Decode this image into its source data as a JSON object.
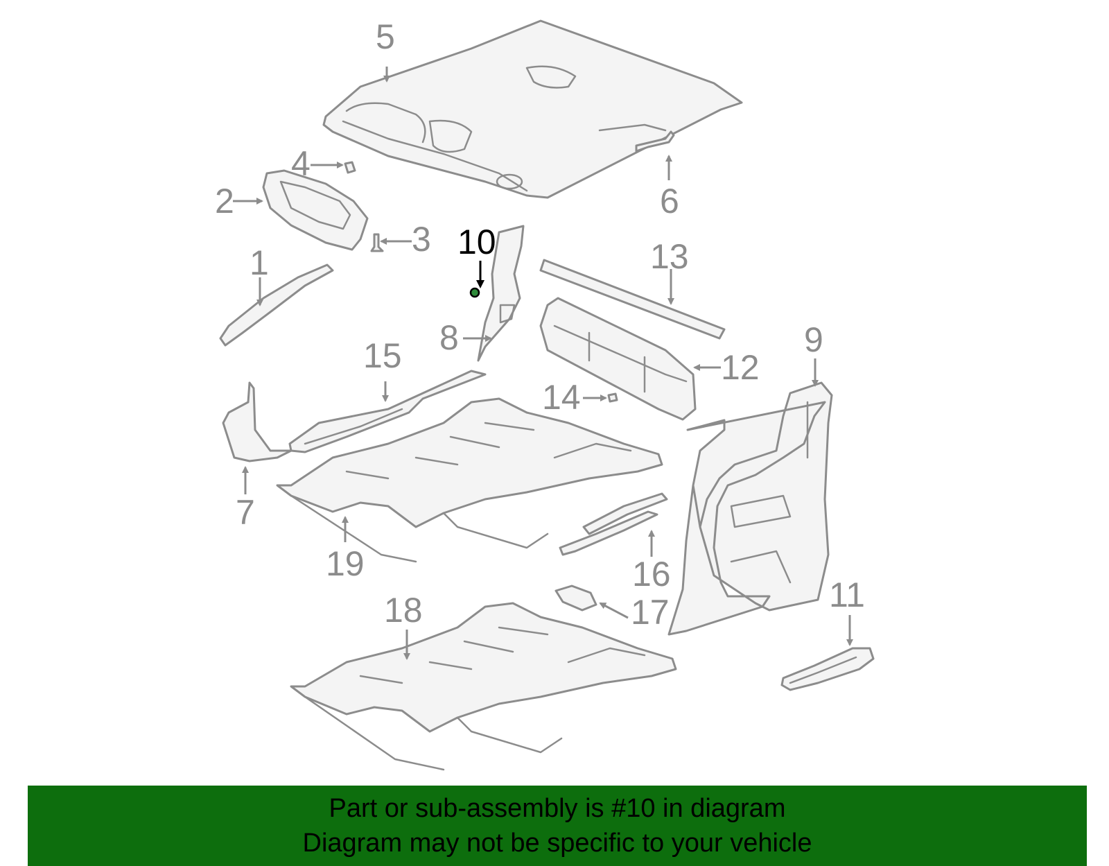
{
  "diagram": {
    "highlighted_part": "10",
    "callouts": {
      "c1": "1",
      "c2": "2",
      "c3": "3",
      "c4": "4",
      "c5": "5",
      "c6": "6",
      "c7": "7",
      "c8": "8",
      "c9": "9",
      "c10": "10",
      "c11": "11",
      "c12": "12",
      "c13": "13",
      "c14": "14",
      "c15": "15",
      "c16": "16",
      "c17": "17",
      "c18": "18",
      "c19": "19"
    },
    "colors": {
      "line": "#8c8c8c",
      "highlight": "#000000",
      "banner": "#0d6e0d"
    }
  },
  "banner": {
    "line1": "Part or sub-assembly is #10 in diagram",
    "line2": "Diagram may not be specific to your vehicle"
  }
}
